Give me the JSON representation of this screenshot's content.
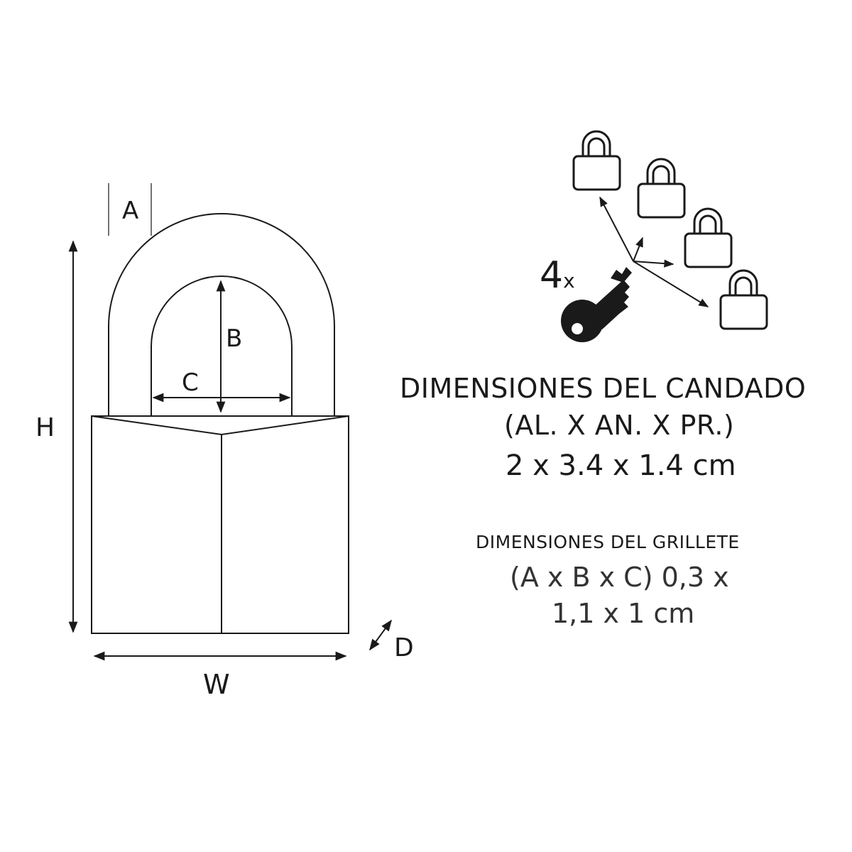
{
  "labels": {
    "a": "A",
    "b": "B",
    "c": "C",
    "h": "H",
    "w": "W",
    "d": "D"
  },
  "keys": {
    "count": "4",
    "multiplier": "x"
  },
  "padlock_dimensions": {
    "heading": "DIMENSIONES DEL CANDADO",
    "order": "(AL. X AN. X PR.)",
    "value": "2 x 3.4 x 1.4 cm"
  },
  "shackle_dimensions": {
    "heading": "DIMENSIONES DEL GRILLETE",
    "value_line1": "(A x B x C) 0,3 x",
    "value_line2": "1,1 x 1 cm"
  },
  "colors": {
    "line": "#1a1a1a",
    "background": "#ffffff"
  },
  "icons": {
    "key": "key-icon",
    "padlock": "padlock-icon"
  }
}
